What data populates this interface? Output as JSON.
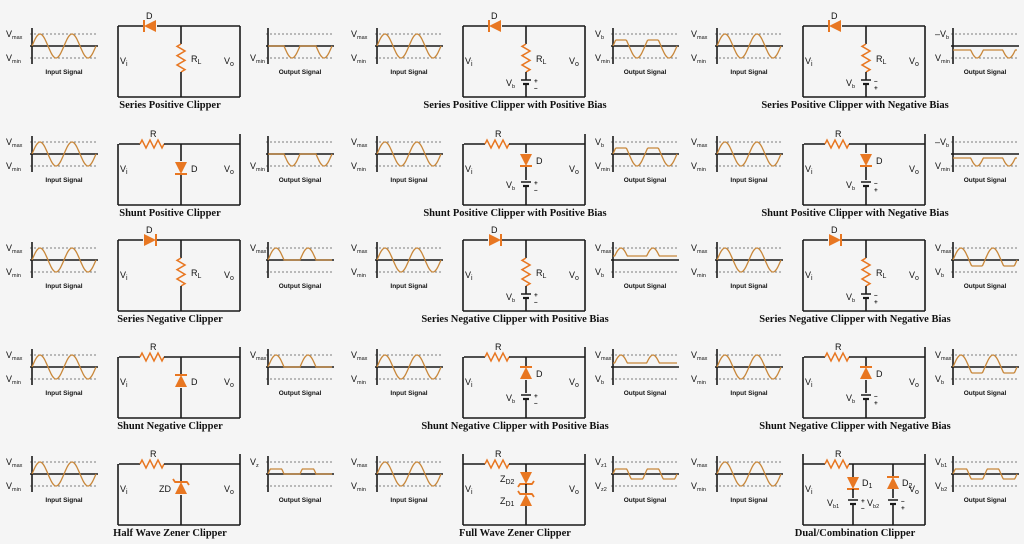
{
  "colors": {
    "wire": "#1a1a1a",
    "diode": "#e87722",
    "wave": "#c8873a",
    "ref": "#555555"
  },
  "labels": {
    "input_signal": "Input Signal",
    "output_signal": "Output Signal",
    "vmax": "Vmax",
    "vmin": "Vmin",
    "vi": "Vi",
    "vo": "Vo"
  },
  "circuits": [
    {
      "title": "Series Positive Clipper",
      "topo": "series",
      "diode": "D",
      "dir": "left",
      "load": "RL",
      "bias": "",
      "out": "clip-top",
      "olabels": [
        "",
        "Vmin"
      ]
    },
    {
      "title": "Series Positive Clipper with Positive Bias",
      "topo": "series",
      "diode": "D",
      "dir": "left",
      "load": "RL",
      "bias": "Vb",
      "bpol": "pos",
      "out": "clip-top-mid",
      "olabels": [
        "Vb",
        "Vmin"
      ]
    },
    {
      "title": "Series Positive Clipper with Negative Bias",
      "topo": "series",
      "diode": "D",
      "dir": "left",
      "load": "RL",
      "bias": "Vb",
      "bpol": "neg",
      "out": "clip-top-low",
      "olabels": [
        "–Vb",
        "Vmin"
      ]
    },
    {
      "title": "Shunt Positive Clipper",
      "topo": "shunt",
      "diode": "D",
      "dir": "down",
      "load": "R",
      "bias": "",
      "out": "clip-top",
      "olabels": [
        "",
        "Vmin"
      ]
    },
    {
      "title": "Shunt Positive Clipper with Positive Bias",
      "topo": "shunt",
      "diode": "D",
      "dir": "down",
      "load": "R",
      "bias": "Vb",
      "bpol": "pos",
      "out": "clip-top-mid",
      "olabels": [
        "Vb",
        "Vmin"
      ]
    },
    {
      "title": "Shunt Positive Clipper with Negative Bias",
      "topo": "shunt",
      "diode": "D",
      "dir": "down",
      "load": "R",
      "bias": "Vb",
      "bpol": "neg",
      "out": "clip-top-low",
      "olabels": [
        "–Vb",
        "Vmin"
      ]
    },
    {
      "title": "Series Negative Clipper",
      "topo": "series",
      "diode": "D",
      "dir": "right",
      "load": "RL",
      "bias": "",
      "out": "clip-bottom",
      "olabels": [
        "Vmax",
        ""
      ]
    },
    {
      "title": "Series Negative Clipper with Positive Bias",
      "topo": "series",
      "diode": "D",
      "dir": "right",
      "load": "RL",
      "bias": "Vb",
      "bpol": "pos",
      "out": "clip-bottom-high",
      "olabels": [
        "Vmax",
        "Vb"
      ]
    },
    {
      "title": "Series Negative Clipper with Negative Bias",
      "topo": "series",
      "diode": "D",
      "dir": "right",
      "load": "RL",
      "bias": "Vb",
      "bpol": "neg",
      "out": "clip-bottom-low",
      "olabels": [
        "Vmax",
        "Vb"
      ]
    },
    {
      "title": "Shunt Negative Clipper",
      "topo": "shunt",
      "diode": "D",
      "dir": "up",
      "load": "R",
      "bias": "",
      "out": "clip-bottom",
      "olabels": [
        "Vmax",
        ""
      ]
    },
    {
      "title": "Shunt Negative Clipper with Positive Bias",
      "topo": "shunt",
      "diode": "D",
      "dir": "up",
      "load": "R",
      "bias": "Vb",
      "bpol": "pos",
      "out": "clip-bottom-high",
      "olabels": [
        "Vmax",
        "Vb"
      ]
    },
    {
      "title": "Shunt Negative Clipper with Negative Bias",
      "topo": "shunt",
      "diode": "D",
      "dir": "up",
      "load": "R",
      "bias": "Vb",
      "bpol": "neg",
      "out": "clip-bottom-low",
      "olabels": [
        "Vmax",
        "Vb"
      ]
    },
    {
      "title": "Half Wave Zener Clipper",
      "topo": "zener",
      "diode": "ZD",
      "dir": "up",
      "load": "R",
      "bias": "",
      "out": "zener-half",
      "olabels": [
        "Vz",
        ""
      ]
    },
    {
      "title": "Full Wave Zener Clipper",
      "topo": "zener2",
      "diode": "ZD",
      "dir": "up",
      "load": "R",
      "bias": "",
      "out": "zener-full",
      "olabels": [
        "Vz1",
        "Vz2"
      ],
      "zlabels": [
        "ZD2",
        "ZD1"
      ]
    },
    {
      "title": "Dual/Combination Clipper",
      "topo": "dual",
      "diode": "D",
      "dir": "down",
      "load": "R",
      "bias": "",
      "out": "zener-full",
      "olabels": [
        "Vb1",
        "Vb2"
      ],
      "dlabels": [
        "D1",
        "D2"
      ],
      "blabels": [
        "Vb1",
        "Vb2"
      ]
    }
  ]
}
